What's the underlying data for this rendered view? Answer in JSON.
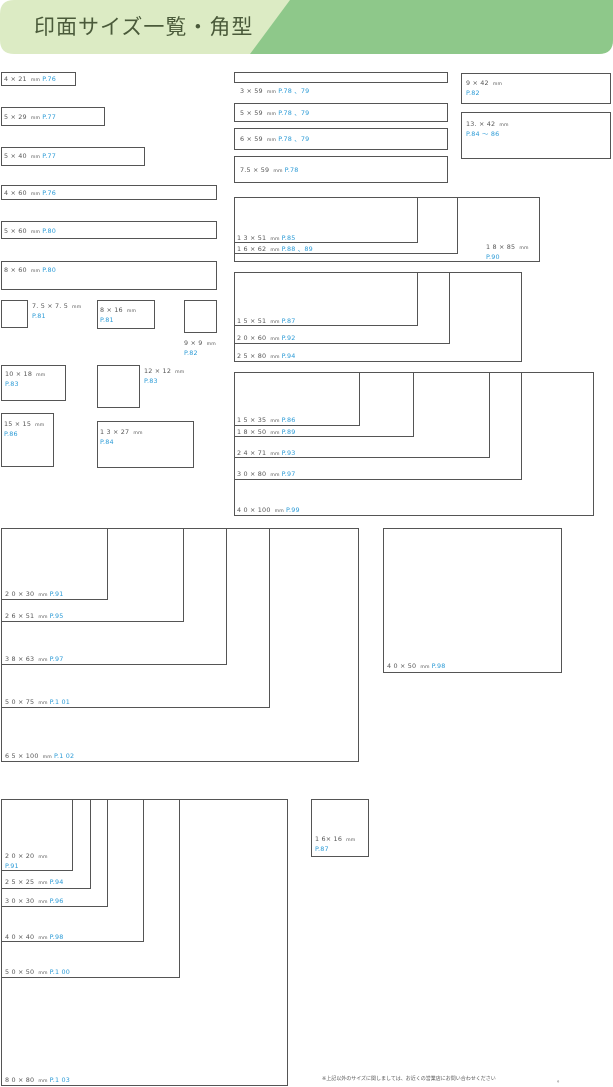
{
  "header": {
    "title": "印面サイズ一覧・角型"
  },
  "unit": "mm",
  "sizes": {
    "s4x21": {
      "size": "4 × 21",
      "page": "P.76"
    },
    "s5x29": {
      "size": "5 × 29",
      "page": "P.77"
    },
    "s5x40": {
      "size": "5 × 40",
      "page": "P.77"
    },
    "s4x60": {
      "size": "4 × 60",
      "page": "P.76"
    },
    "s5x60": {
      "size": "5 × 60",
      "page": "P.80"
    },
    "s8x60": {
      "size": "8 × 60",
      "page": "P.80"
    },
    "s7x7": {
      "size": "7. 5 × 7. 5",
      "page": "P.81"
    },
    "s8x16": {
      "size": "8 × 16",
      "page": "P.81"
    },
    "s9x9": {
      "size": "9 × 9",
      "page": "P.82"
    },
    "s10x18": {
      "size": "10 × 18",
      "page": "P.83"
    },
    "s12x12": {
      "size": "12 × 12",
      "page": "P.83"
    },
    "s15x15": {
      "size": "15 × 15",
      "page": "P.86"
    },
    "s13x27": {
      "size": "1 3 × 27",
      "page": "P.84"
    },
    "s3x59": {
      "size": "3 × 59",
      "page": "P.78 、79"
    },
    "s5x59": {
      "size": "5 × 59",
      "page": "P.78 、79"
    },
    "s6x59": {
      "size": "6 × 59",
      "page": "P.78 、79"
    },
    "s7x59": {
      "size": "7.5 × 59",
      "page": "P.78"
    },
    "s9x42": {
      "size": "9 × 42",
      "page": "P.82"
    },
    "s13x42": {
      "size": "13. × 42",
      "page": "P.84 ～ 86"
    },
    "s13x51": {
      "size": "1 3 × 51",
      "page": "P.85"
    },
    "s16x62": {
      "size": "1 6 × 62",
      "page": "P.88 、89"
    },
    "s18x85": {
      "size": "1 8 × 85",
      "page": "P.90"
    },
    "s15x51": {
      "size": "1 5 × 51",
      "page": "P.87"
    },
    "s20x60": {
      "size": "2 0 × 60",
      "page": "P.92"
    },
    "s25x80": {
      "size": "2 5 × 80",
      "page": "P.94"
    },
    "s15x35": {
      "size": "1 5 × 35",
      "page": "P.86"
    },
    "s18x50": {
      "size": "1 8 × 50",
      "page": "P.89"
    },
    "s24x71": {
      "size": "2 4 × 71",
      "page": "P.93"
    },
    "s30x80": {
      "size": "3 0 × 80",
      "page": "P.97"
    },
    "s40x100": {
      "size": "4 0 × 100",
      "page": "P.99"
    },
    "s20x30": {
      "size": "2 0 × 30",
      "page": "P.91"
    },
    "s26x51": {
      "size": "2 6 × 51",
      "page": "P.95"
    },
    "s38x63": {
      "size": "3 8 × 63",
      "page": "P.97"
    },
    "s50x75": {
      "size": "5 0 × 75",
      "page": "P.1 01"
    },
    "s65x100": {
      "size": "6 5 × 100",
      "page": "P.1 02"
    },
    "s40x50": {
      "size": "4 0 × 50",
      "page": "P.98"
    },
    "s20x20": {
      "size": "2 0 × 20",
      "page": "P.91"
    },
    "s25x25": {
      "size": "2 5 × 25",
      "page": "P.94"
    },
    "s30x30": {
      "size": "3 0 × 30",
      "page": "P.96"
    },
    "s40x40": {
      "size": "4 0 × 40",
      "page": "P.98"
    },
    "s50x50": {
      "size": "5 0 × 50",
      "page": "P.1 00"
    },
    "s16x16": {
      "size": "1 6× 16",
      "page": "P.87"
    },
    "s80x80": {
      "size": "8 0 × 80",
      "page": "P.1 03"
    }
  },
  "footer": {
    "note": "※上記以外のサイズに関しましては、お近くの営業店にお問い合わせください",
    "dot": "。"
  },
  "colors": {
    "header_light": "#dcebc4",
    "header_dark": "#8ec88a",
    "page_link": "#2a9ad6",
    "border": "#555555"
  }
}
